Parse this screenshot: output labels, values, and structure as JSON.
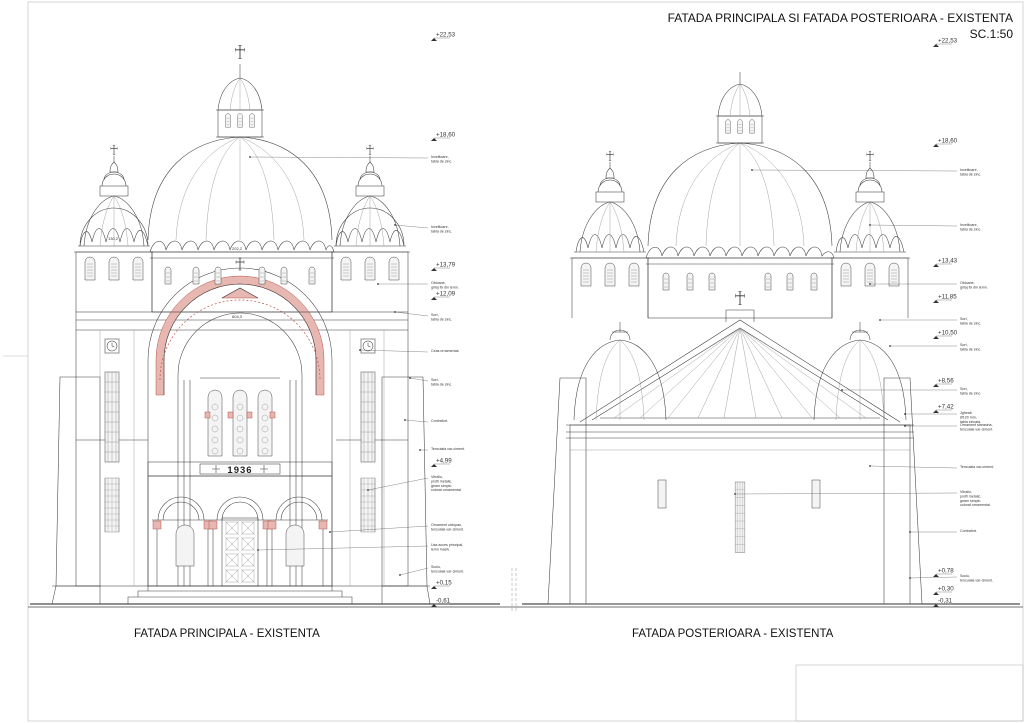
{
  "sheet": {
    "title": "FATADA PRINCIPALA SI FATADA POSTERIOARA - EXISTENTA",
    "scale": "SC.1:50"
  },
  "left": {
    "caption": "FATADA PRINCIPALA -  EXISTENTA",
    "levels": [
      "+22,53",
      "+18,60",
      "+13,79",
      "+12,09",
      "+4,99",
      "+0,15",
      "-0,61"
    ],
    "annotations": [
      [
        "Invelitoare,",
        "tabla de zinc."
      ],
      [
        "Invelitoare,",
        "tabla de zinc."
      ],
      [
        "Obloane,",
        "grilaj fix din lemn."
      ],
      [
        "Sort,",
        "tabla de zinc."
      ],
      [
        "Ceas ornamental."
      ],
      [
        "Sort,",
        "tabla de zinc."
      ],
      [
        "Contrafort."
      ],
      [
        "Tencuiala var-ciment."
      ],
      [
        "Vitraliu,",
        "profil metalic,",
        "geam simplu",
        "colorat ornamental."
      ],
      [
        "Ornament ciclopan,",
        "tencuiala var-ciment."
      ],
      [
        "Usa acces principal,",
        "lemn masiv."
      ],
      [
        "Soclu,",
        "tencuiala var-ciment."
      ]
    ],
    "year": "1936",
    "dims": [
      "130,2",
      "202,2",
      "604,3"
    ]
  },
  "right": {
    "caption": "FATADA POSTERIOARA - EXISTENTA",
    "levels": [
      "+22,53",
      "+18,60",
      "+13,43",
      "+11,85",
      "+10,50",
      "+8,56",
      "+7,42",
      "+0,78",
      "+0,30",
      "-0,31"
    ],
    "annotations": [
      [
        "Invelitoare,",
        "tabla de zinc."
      ],
      [
        "Invelitoare,",
        "tabla de zinc."
      ],
      [
        "Obloane,",
        "grilaj fix din lemn."
      ],
      [
        "Sort,",
        "tabla de zinc."
      ],
      [
        "Sort,",
        "tabla de zinc."
      ],
      [
        "Sort,",
        "tabla de zinc."
      ],
      [
        "Jgheab",
        "Ø120 mm,",
        "tabla zincata."
      ],
      [
        "Ornament streasina,",
        "tencuiala var-ciment."
      ],
      [
        "Tencuiala var-ciment."
      ],
      [
        "Vitraliu,",
        "profil metalic,",
        "geam simplu",
        "colorat ornamental."
      ],
      [
        "Contrafort."
      ],
      [
        "Soclu,",
        "tencuiala var-ciment."
      ]
    ]
  }
}
